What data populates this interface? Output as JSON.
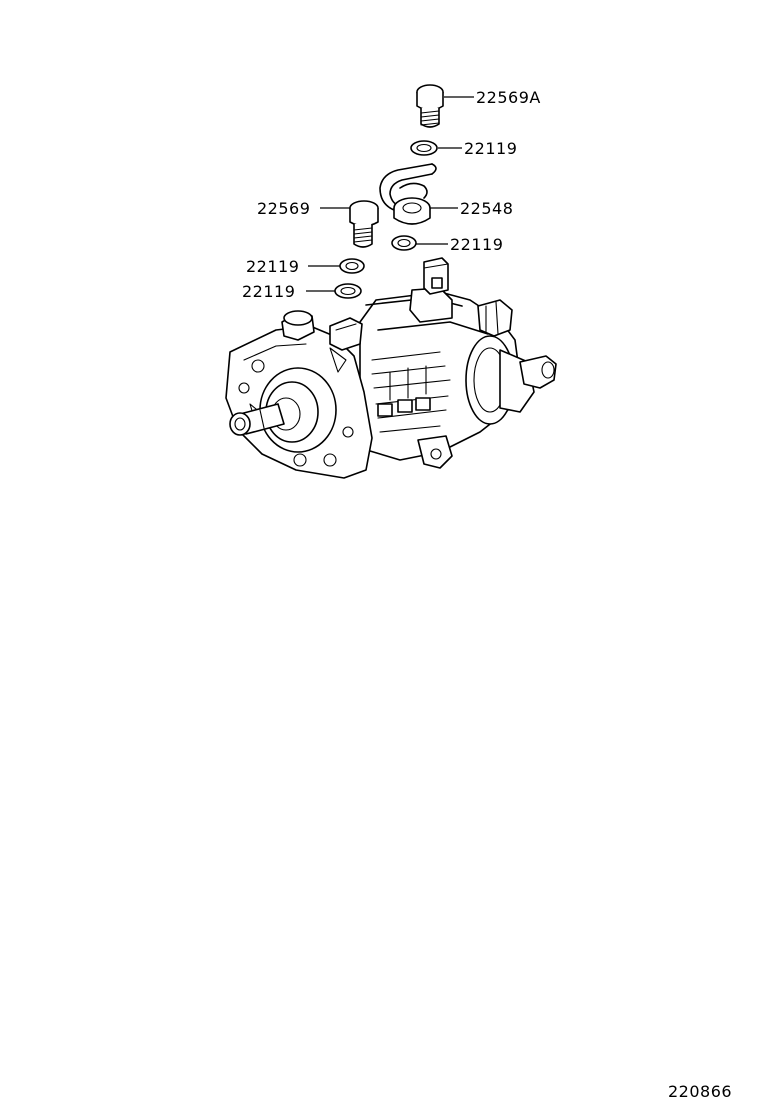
{
  "figure_id": "220866",
  "callouts": {
    "c1": "22569A",
    "c2": "22119",
    "c3": "22548",
    "c4": "22569",
    "c5": "22119",
    "c6": "22119",
    "c7": "22119"
  }
}
